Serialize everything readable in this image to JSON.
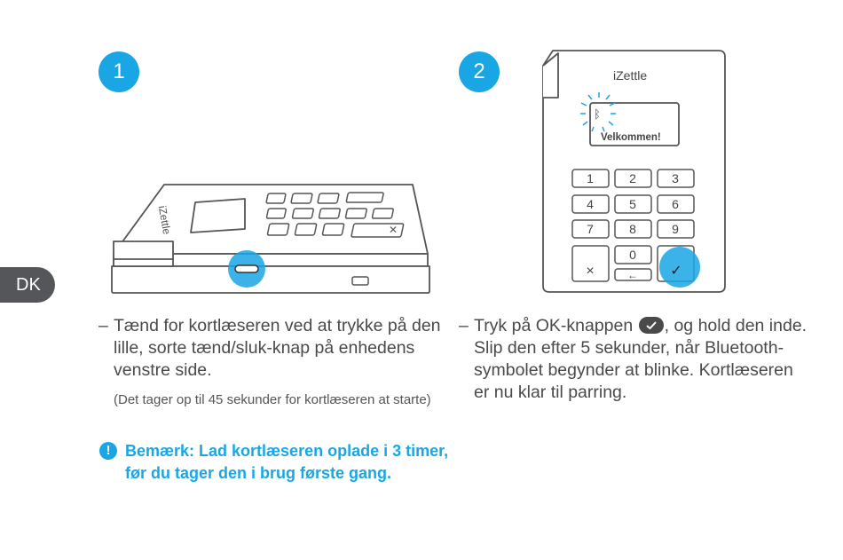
{
  "lang_tab": "DK",
  "steps": [
    {
      "number": "1",
      "text": "Tænd for kortlæseren ved at trykke på den lille, sorte tænd/sluk-knap på enhedens venstre side.",
      "note": "(Det tager op til 45 sekunder for kortlæseren at starte)"
    },
    {
      "number": "2",
      "text_before": "Tryk på OK-knappen",
      "text_after": ", og hold den inde. Slip den efter 5 sekunder, når Bluetooth-symbolet begynder at blinke. Kortlæseren er nu klar til parring."
    }
  ],
  "warning": {
    "icon": "!",
    "text": "Bemærk: Lad kortlæseren oplade i 3 timer, før du tager den i brug første gang."
  },
  "device": {
    "brand": "iZettle",
    "screen_text": "Velkommen!",
    "keys": [
      "1",
      "2",
      "3",
      "4",
      "5",
      "6",
      "7",
      "8",
      "9",
      "0"
    ],
    "cancel_symbol": "×",
    "back_symbol": "←",
    "ok_symbol": "✓"
  },
  "colors": {
    "accent": "#1aa6e4",
    "tab": "#55565a",
    "text": "#4a4a4a"
  }
}
